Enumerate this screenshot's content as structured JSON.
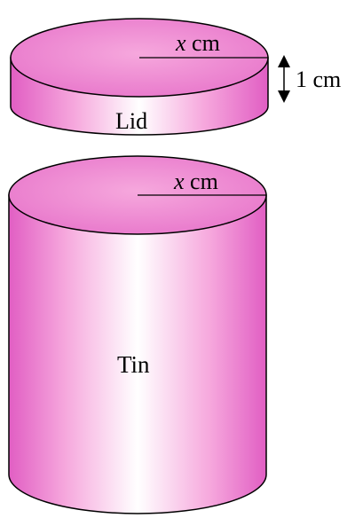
{
  "lid": {
    "label": "Lid",
    "radius_var": "x",
    "radius_unit": " cm",
    "height_label": "1 cm"
  },
  "tin": {
    "label": "Tin",
    "radius_var": "x",
    "radius_unit": " cm"
  },
  "colors": {
    "fill_light": "#ffffff",
    "fill_pink": "#f6a8dd",
    "fill_magenta": "#e15ec3",
    "top_face": "#ee82cd",
    "outline": "#000000"
  }
}
